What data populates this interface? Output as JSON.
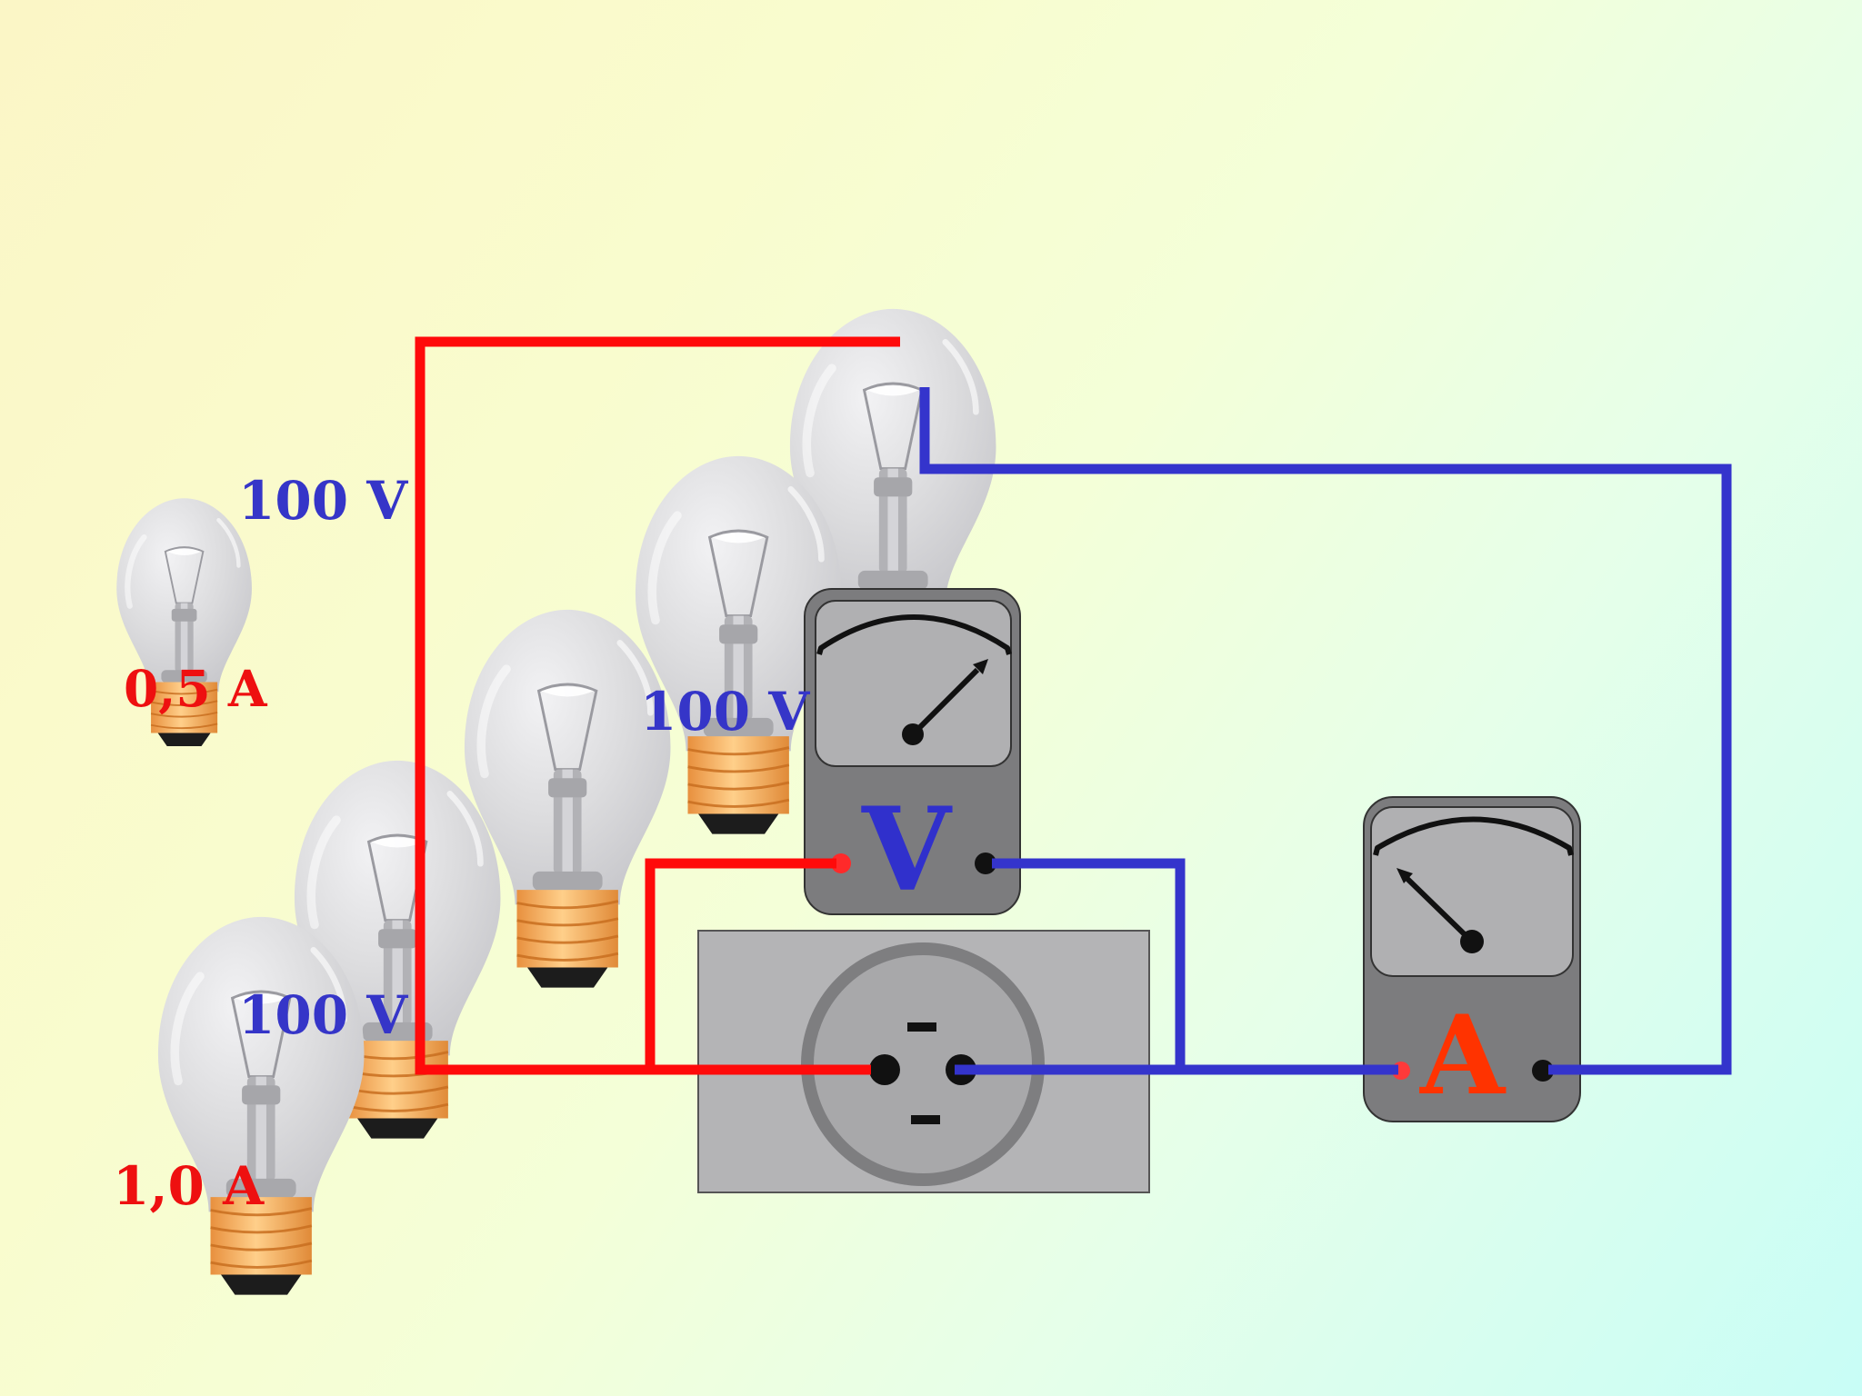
{
  "labels": {
    "voltage_top": "100 V",
    "current_small": "0,5 A",
    "voltage_bottom": "100 V",
    "current_large": "1,0 A",
    "voltmeter_reading": "100 V"
  },
  "meters": {
    "voltmeter_letter": "V",
    "ammeter_letter": "A"
  },
  "colors": {
    "wire_live": "#ff0a0a",
    "wire_neutral": "#3434cc",
    "label_voltage": "#3535c8",
    "label_current": "#ee1010",
    "voltmeter_letter": "#3030cc",
    "ammeter_letter": "#ff3300"
  },
  "icons": {
    "bulb": "incandescent-bulb-icon",
    "socket": "wall-socket-icon",
    "voltmeter": "voltmeter-icon",
    "ammeter": "ammeter-icon"
  }
}
